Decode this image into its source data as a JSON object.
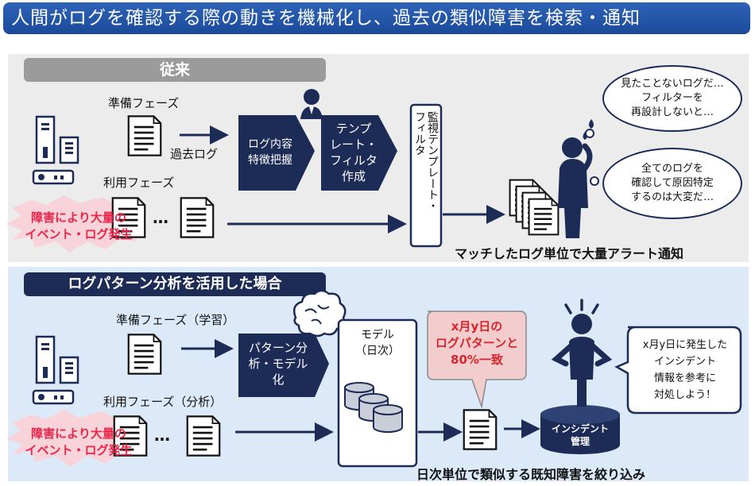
{
  "title": "人間がログを確認する際の動きを機械化し、過去の類似障害を検索・通知",
  "top": {
    "header": "従来",
    "prep_phase": "準備フェーズ",
    "past_log": "過去ログ",
    "use_phase": "利用フェーズ",
    "burst_line1": "障害により大量の",
    "burst_line2": "イベント・ログ発生",
    "box_grasp_line1": "ログ内容",
    "box_grasp_line2": "特徴把握",
    "box_template_line1": "テンプ",
    "box_template_line2": "レート・",
    "box_template_line3": "フィルタ",
    "box_template_line4": "作成",
    "filter_vertical_line1": "監視テンプレート・",
    "filter_vertical_line2": "フィルタ",
    "cloud1_line1": "見たことないログだ…",
    "cloud1_line2": "フィルターを",
    "cloud1_line3": "再設計しないと…",
    "cloud2_line1": "全てのログを",
    "cloud2_line2": "確認して原因特定",
    "cloud2_line3": "するのは大変だ…",
    "caption": "マッチしたログ単位で大量アラート通知",
    "dots": "…"
  },
  "bottom": {
    "header": "ログパターン分析を活用した場合",
    "prep_phase": "準備フェーズ（学習）",
    "use_phase": "利用フェーズ（分析）",
    "burst_line1": "障害により大量の",
    "burst_line2": "イベント・ログ発生",
    "box_analysis_line1": "パターン分",
    "box_analysis_line2": "析・モデル",
    "box_analysis_line3": "化",
    "model_line1": "モデル",
    "model_line2": "（日次）",
    "callout_line1": "x月y日の",
    "callout_line2": "ログパターンと",
    "callout_line3": "80%一致",
    "incident_line1": "インシデント",
    "incident_line2": "管理",
    "speech_line1": "x月y日に発生した",
    "speech_line2": "インシデント",
    "speech_line3": "情報を参考に",
    "speech_line4": "対処しよう！",
    "caption": "日次単位で類似する既知障害を絞り込み",
    "dots": "…"
  },
  "colors": {
    "navy": "#1d2b57",
    "title_blue": "#2560b8",
    "burst_pink": "#f9d3da",
    "burst_text": "#e8274b",
    "callout_fill": "#f3cdcd",
    "callout_text": "#d6262f"
  }
}
